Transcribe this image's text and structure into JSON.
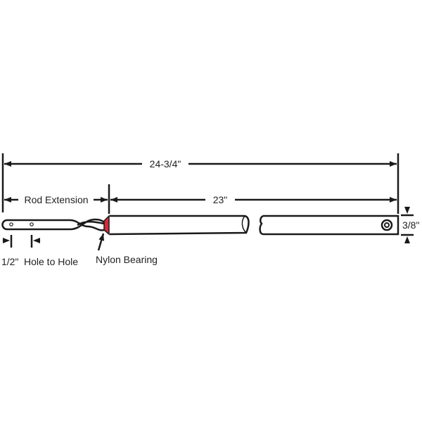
{
  "labels": {
    "overall_length": "24-3/4\"",
    "rod_extension": "Rod Extension",
    "rod_length": "23\"",
    "diameter": "3/8\"",
    "hole_spacing": "1/2\"",
    "hole_to_hole": "Hole to Hole",
    "nylon_bearing": "Nylon Bearing"
  },
  "colors": {
    "line": "#1a1a1a",
    "bearing": "#d42a3a"
  }
}
